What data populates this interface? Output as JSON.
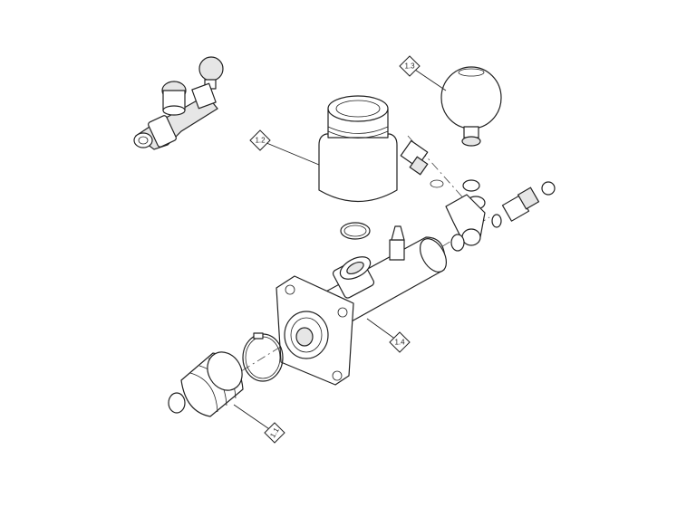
{
  "diagram": {
    "type": "exploded-parts-view",
    "callouts": [
      {
        "id": "1.1",
        "label": "1.1"
      },
      {
        "id": "1.2",
        "label": "1.2"
      },
      {
        "id": "1.3",
        "label": "1.3"
      },
      {
        "id": "1.4",
        "label": "1.4"
      }
    ]
  }
}
